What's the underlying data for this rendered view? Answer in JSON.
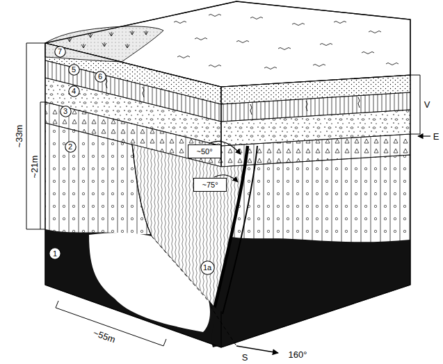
{
  "diagram": {
    "nodes": [
      {
        "text": [
          "7"
        ]
      },
      {
        "text": [
          "5"
        ]
      },
      {
        "text": [
          "6"
        ]
      },
      {
        "text": [
          "4"
        ]
      },
      {
        "text": [
          "3"
        ]
      },
      {
        "text": [
          "2"
        ]
      },
      {
        "text": [
          "~50°"
        ]
      },
      {
        "text": [
          "~75°"
        ]
      },
      {
        "text": [
          "1"
        ]
      },
      {
        "text": [
          "1a"
        ]
      }
    ],
    "labels": [
      "~33m",
      "~21m",
      "V",
      "E",
      "~55m",
      "S",
      "160°"
    ]
  }
}
